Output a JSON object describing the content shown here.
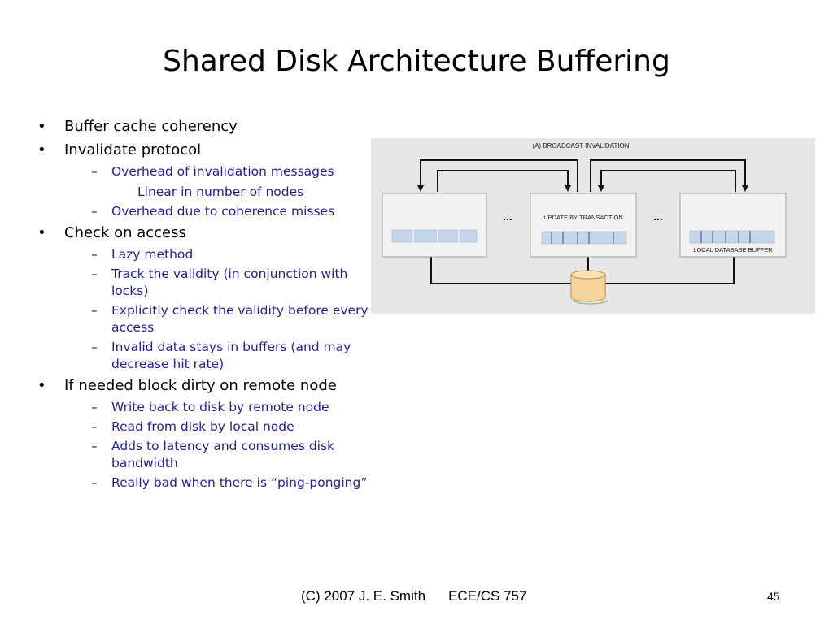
{
  "slide": {
    "title": "Shared Disk Architecture Buffering",
    "bullets": [
      {
        "text": "Buffer cache coherency",
        "sub": []
      },
      {
        "text": "Invalidate protocol",
        "sub": [
          {
            "text": "Overhead of invalidation messages",
            "subsub": "Linear in number of nodes"
          },
          {
            "text": "Overhead due to coherence misses"
          }
        ]
      },
      {
        "text": "Check on access",
        "sub": [
          {
            "text": "Lazy method"
          },
          {
            "text": "Track the validity (in conjunction with locks)"
          },
          {
            "text": "Explicitly check the validity before every access"
          },
          {
            "text": "Invalid data stays in buffers (and may decrease hit rate)"
          }
        ]
      },
      {
        "text": "If needed block dirty on remote node",
        "sub": [
          {
            "text": "Write back to disk by remote node"
          },
          {
            "text": "Read from disk by local node"
          },
          {
            "text": "Adds to latency and consumes disk bandwidth"
          },
          {
            "text": "Really bad when there is “ping-ponging”"
          }
        ]
      }
    ]
  },
  "diagram": {
    "heading": "(A) BROADCAST INVALIDATION",
    "center_label": "UPDATE BY TRANSACTION",
    "right_label": "LOCAL DATABASE BUFFER",
    "ellipsis": "...",
    "colors": {
      "background": "#e6e6e6",
      "node": "#f2f2f2",
      "buffer_cell": "#c6d6ea",
      "disk": "#f5d49a"
    }
  },
  "footer": {
    "copyright": "(C) 2007 J. E. Smith",
    "course": "ECE/CS 757",
    "page": "45"
  }
}
